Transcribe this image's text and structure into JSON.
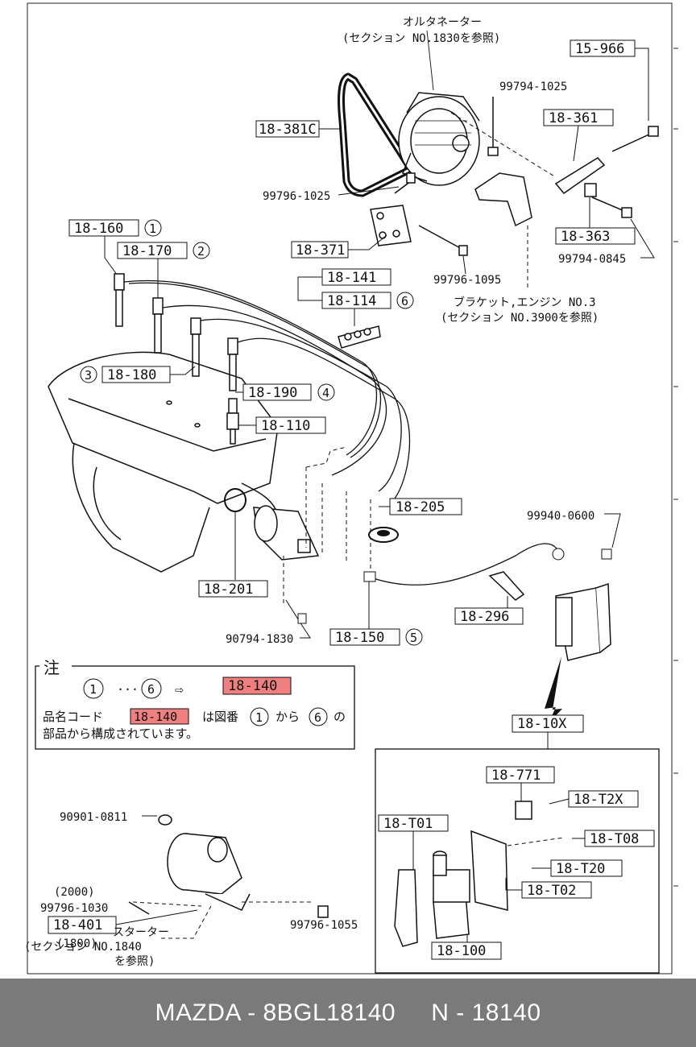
{
  "colors": {
    "highlight": "#f08080",
    "footer_bg": "#7a7a7a",
    "ink": "#111111"
  },
  "labels": {
    "alternator_jp": "オルタネーター",
    "alternator_ref": "(セクション NO.1830を参照)",
    "bracket_jp": "ブラケット,エンジン NO.3",
    "bracket_ref": "(セクション NO.3900を参照)",
    "starter_jp": "スターター",
    "starter_ref1": "(セクション NO.1840",
    "starter_ref2": "を参照)",
    "note_title": "注",
    "note_line1": "品名コード",
    "note_line1b": "は図番",
    "note_from": "から",
    "note_line1c": "の",
    "note_line2": "部品から構成されています。",
    "note_ellipsis": "···",
    "arrow": "⇨"
  },
  "callouts": {
    "c1": "1",
    "c2": "2",
    "c3": "3",
    "c4": "4",
    "c5": "5",
    "c6": "6"
  },
  "boxes": {
    "b15966": "15-966",
    "b18381C": "18-381C",
    "b18361": "18-361",
    "b18363": "18-363",
    "b18371": "18-371",
    "b18160": "18-160",
    "b18170": "18-170",
    "b18141": "18-141",
    "b18114": "18-114",
    "b18180": "18-180",
    "b18190": "18-190",
    "b18110": "18-110",
    "b18205": "18-205",
    "b18201": "18-201",
    "b18296": "18-296",
    "b18150": "18-150",
    "b18140a": "18-140",
    "b18140b": "18-140",
    "b1810X": "18-10X",
    "b18771": "18-771",
    "b18T2X": "18-T2X",
    "b18T01": "18-T01",
    "b18T08": "18-T08",
    "b18T20": "18-T20",
    "b18T02": "18-T02",
    "b18100": "18-100",
    "b18401": "18-401"
  },
  "part_numbers": {
    "p99794_1025": "99794-1025",
    "p99796_1025": "99796-1025",
    "p99796_1095": "99796-1095",
    "p99794_0845": "99794-0845",
    "p99940_0600": "99940-0600",
    "p90794_1830": "90794-1830",
    "p90901_0811": "90901-0811",
    "p99796_1030": "99796-1030",
    "p99796_1055": "99796-1055",
    "p2000": "(2000)",
    "p1800": "(1800)"
  },
  "footer": {
    "brand": "MAZDA - 8BGL18140",
    "code": "N - 18140"
  }
}
